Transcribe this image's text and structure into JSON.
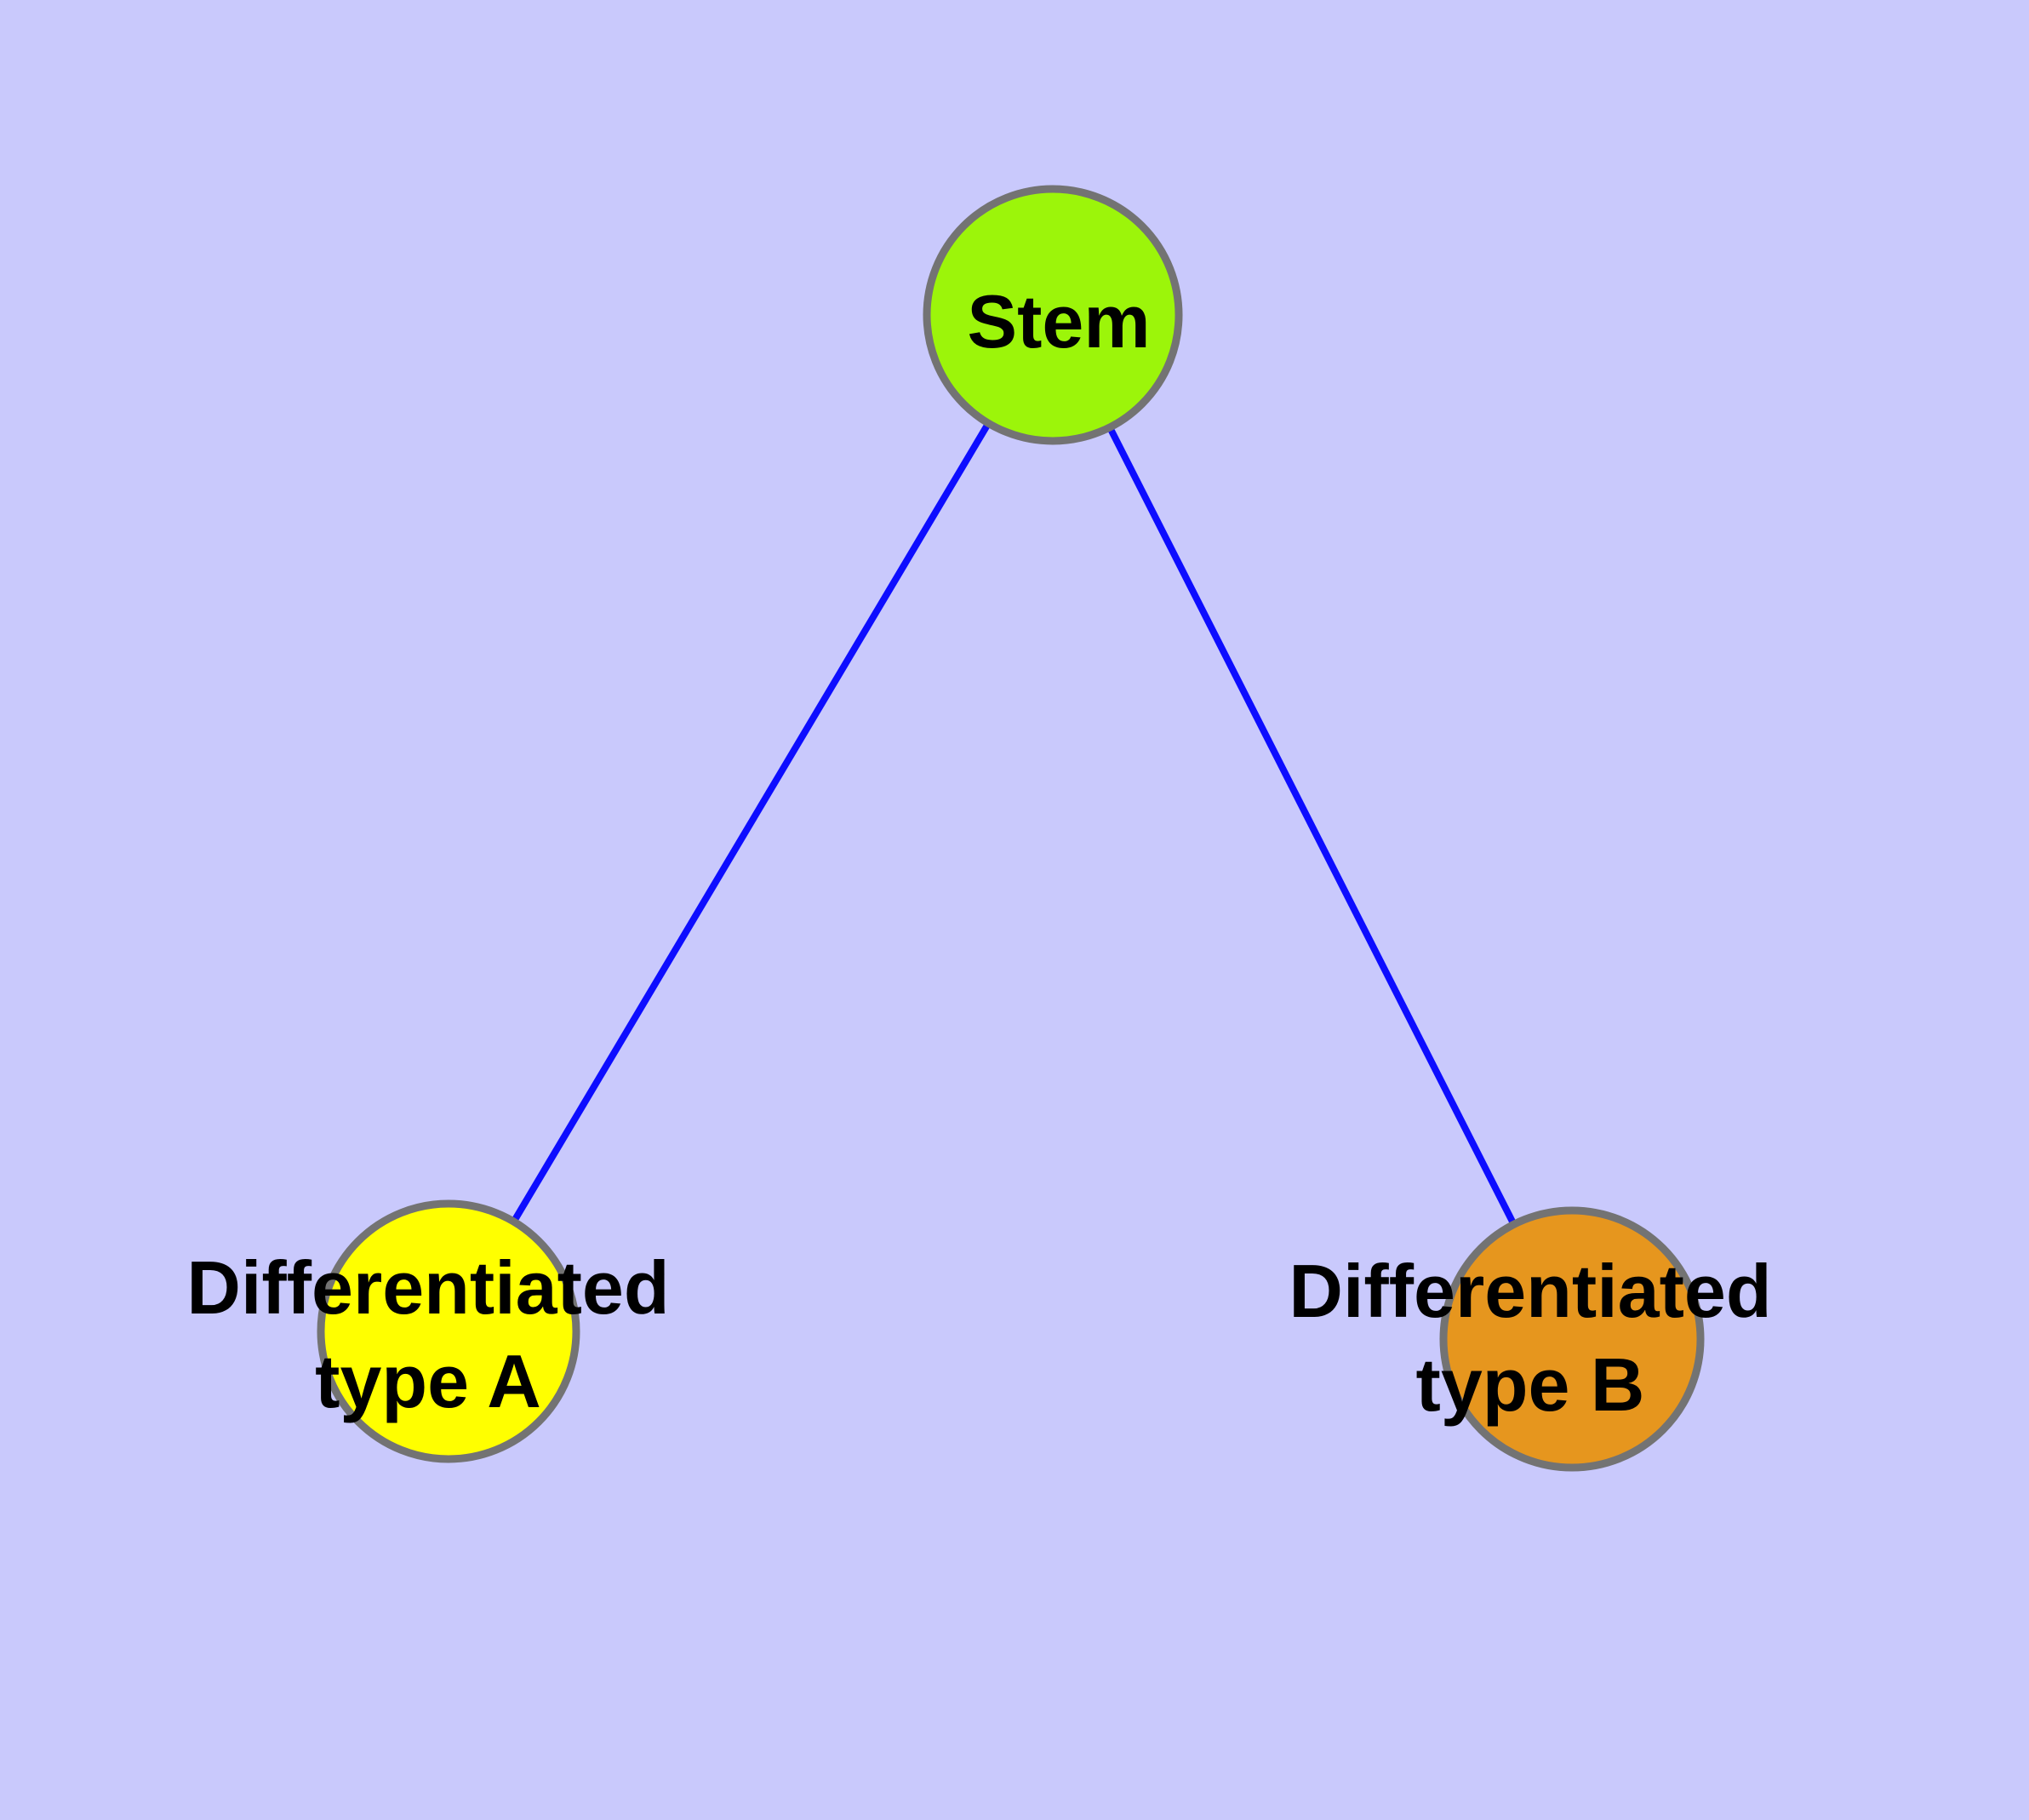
{
  "diagram": {
    "background": "#C9C9FC",
    "text_color": "#000000",
    "nodes": [
      {
        "id": "stem",
        "label": "Stem",
        "fill": "#9CF50A",
        "stroke": "#737373"
      },
      {
        "id": "diff-a",
        "label": "Differentiated\ntype A",
        "fill": "#FFFF00",
        "stroke": "#737373"
      },
      {
        "id": "diff-b",
        "label": "Differentiated\ntype B",
        "fill": "#E6961E",
        "stroke": "#737373"
      }
    ],
    "edges": [
      {
        "from": "Stem",
        "to": "Differentiated type A",
        "color": "#0D0DFF"
      },
      {
        "from": "Stem",
        "to": "Differentiated type B",
        "color": "#0D0DFF"
      }
    ]
  }
}
